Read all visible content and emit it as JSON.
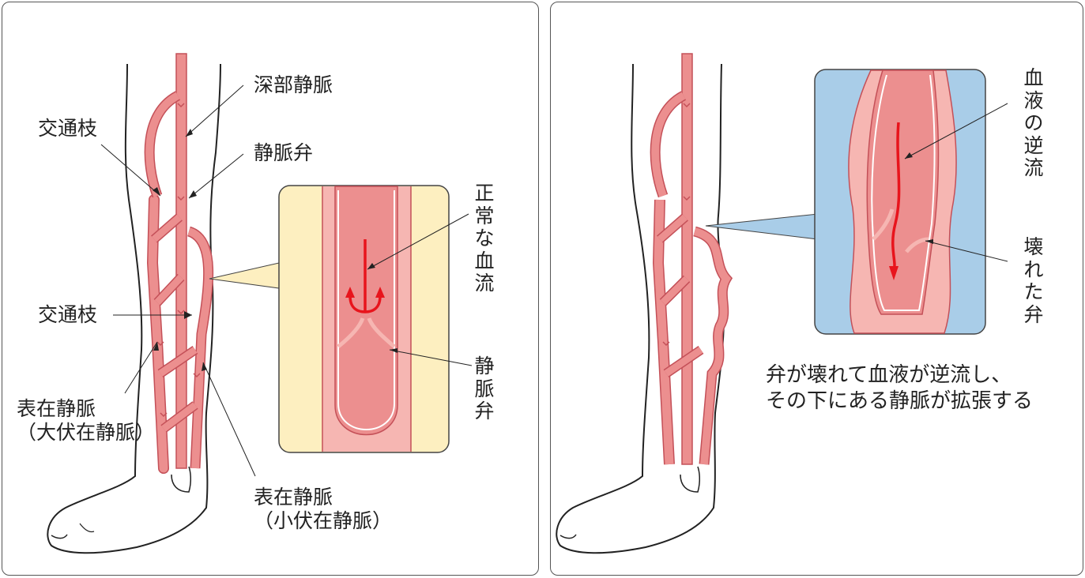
{
  "left_panel": {
    "labels": {
      "deep_vein": "深部静脈",
      "perforator_upper": "交通枝",
      "valve": "静脈弁",
      "perforator_lower": "交通枝",
      "great_saphenous": "表在静脈\n（大伏在静脈）",
      "small_saphenous": "表在静脈\n（小伏在静脈）",
      "normal_flow": "正常な血流",
      "valve_vertical": "静脈弁"
    },
    "inset_background": "#fdefc0"
  },
  "right_panel": {
    "labels": {
      "reflux": "血液の逆流",
      "broken_valve": "壊れた弁",
      "caption": "弁が壊れて血液が逆流し、\nその下にある静脈が拡張する"
    },
    "inset_background": "#a9cde8"
  },
  "colors": {
    "vein_fill": "#ec8f8f",
    "vein_light": "#f6b6b2",
    "vein_outline": "#c45058",
    "flow_arrow": "#e8141c"
  }
}
